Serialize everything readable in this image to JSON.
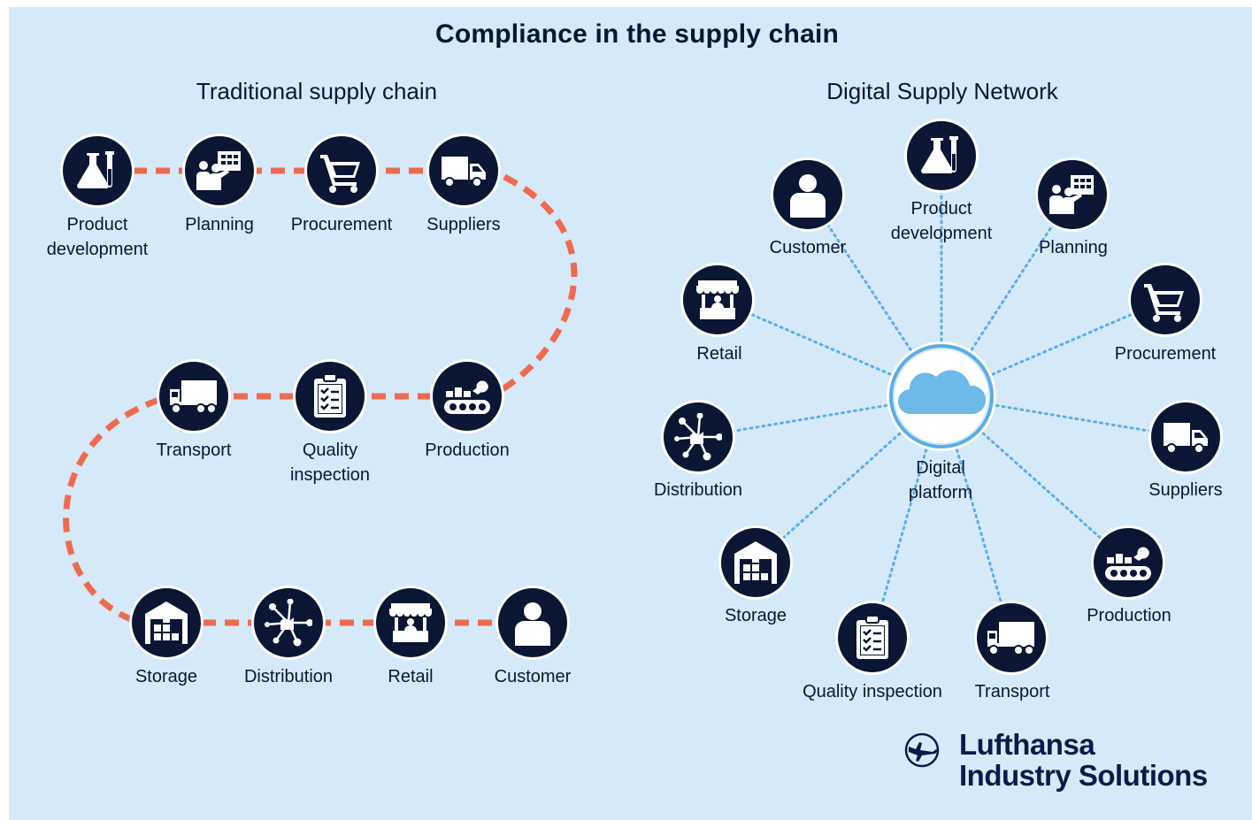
{
  "title": "Compliance in the supply chain",
  "traditional": {
    "title": "Traditional supply chain",
    "nodes": [
      {
        "icon": "flask-icon",
        "label": "Product\ndevelopment"
      },
      {
        "icon": "planning-icon",
        "label": "Planning"
      },
      {
        "icon": "cart-icon",
        "label": "Procurement"
      },
      {
        "icon": "van-icon",
        "label": "Suppliers"
      },
      {
        "icon": "conveyor-icon",
        "label": "Production"
      },
      {
        "icon": "clipboard-icon",
        "label": "Quality\ninspection"
      },
      {
        "icon": "truck-icon",
        "label": "Transport"
      },
      {
        "icon": "warehouse-icon",
        "label": "Storage"
      },
      {
        "icon": "network-icon",
        "label": "Distribution"
      },
      {
        "icon": "kiosk-icon",
        "label": "Retail"
      },
      {
        "icon": "person-icon",
        "label": "Customer"
      }
    ]
  },
  "network": {
    "title": "Digital Supply Network",
    "hub": {
      "icon": "cloud-icon",
      "label": "Digital\nplatform"
    },
    "nodes": [
      {
        "icon": "person-icon",
        "label": "Customer"
      },
      {
        "icon": "flask-icon",
        "label": "Product\ndevelopment"
      },
      {
        "icon": "planning-icon",
        "label": "Planning"
      },
      {
        "icon": "kiosk-icon",
        "label": "Retail"
      },
      {
        "icon": "cart-icon",
        "label": "Procurement"
      },
      {
        "icon": "network-icon",
        "label": "Distribution"
      },
      {
        "icon": "van-icon",
        "label": "Suppliers"
      },
      {
        "icon": "warehouse-icon",
        "label": "Storage"
      },
      {
        "icon": "conveyor-icon",
        "label": "Production"
      },
      {
        "icon": "clipboard-icon",
        "label": "Quality inspection"
      },
      {
        "icon": "truck-icon",
        "label": "Transport"
      }
    ]
  },
  "logo": {
    "line1": "Lufthansa",
    "line2": "Industry Solutions"
  },
  "colors": {
    "background": "#d6e9f8",
    "navy": "#0a1633",
    "path_dash": "#ee6a4f",
    "network_dot": "#5aaee6",
    "cloud": "#6cb9ea"
  }
}
